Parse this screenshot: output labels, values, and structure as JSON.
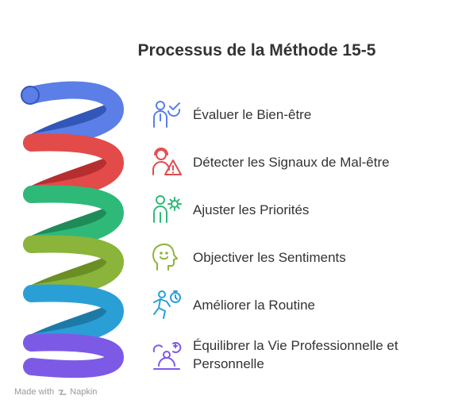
{
  "title": "Processus de la Méthode 15-5",
  "steps": [
    {
      "label": "Évaluer le Bien-être",
      "icon": "person-check-icon",
      "color": "#5b7fe6"
    },
    {
      "label": "Détecter les Signaux de Mal-être",
      "icon": "person-warning-icon",
      "color": "#e34a4a"
    },
    {
      "label": "Ajuster les Priorités",
      "icon": "person-gear-icon",
      "color": "#2fb979"
    },
    {
      "label": "Objectiver les Sentiments",
      "icon": "head-smile-icon",
      "color": "#8ab43a"
    },
    {
      "label": "Améliorer la Routine",
      "icon": "running-person-icon",
      "color": "#2a9fd6"
    },
    {
      "label": "Équilibrer la Vie Professionnelle et Personnelle",
      "icon": "balance-person-icon",
      "color": "#7d5ae6"
    }
  ],
  "footer": {
    "prefix": "Made with",
    "brand": "Napkin"
  }
}
